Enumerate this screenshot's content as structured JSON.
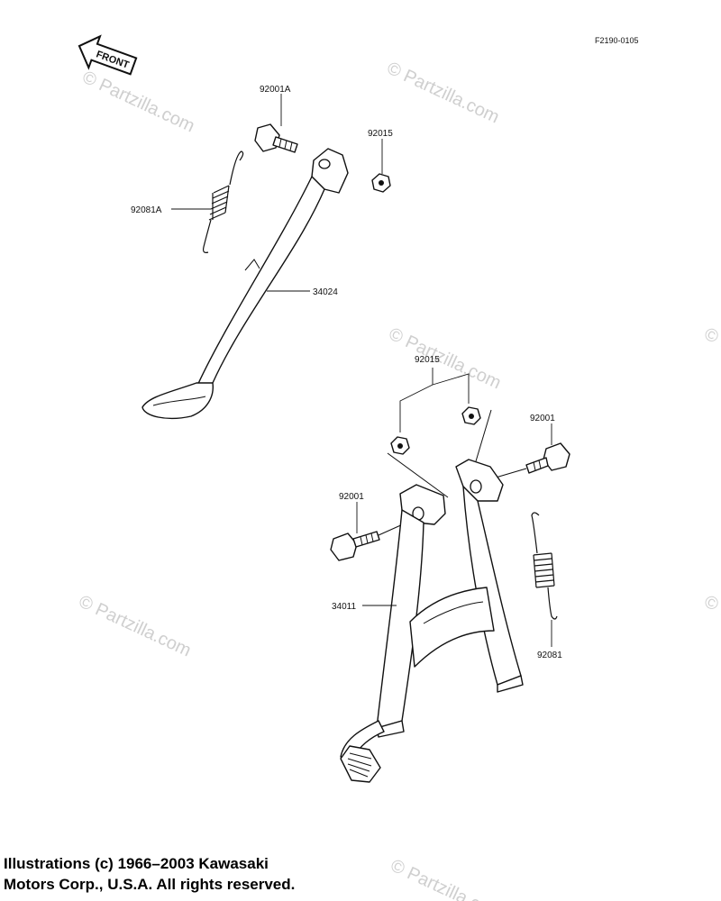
{
  "figure_code": "F2190-0105",
  "front_label": "FRONT",
  "watermark": "© Partzilla.com",
  "labels": {
    "p92001A": "92001A",
    "p92015_top": "92015",
    "p92081A": "92081A",
    "p34024": "34024",
    "p92015_group": "92015",
    "p92001_right": "92001",
    "p92001_left": "92001",
    "p34011": "34011",
    "p92081": "92081"
  },
  "copyright_line1": "Illustrations (c) 1966–2003 Kawasaki",
  "copyright_line2": "Motors Corp., U.S.A.  All rights reserved."
}
